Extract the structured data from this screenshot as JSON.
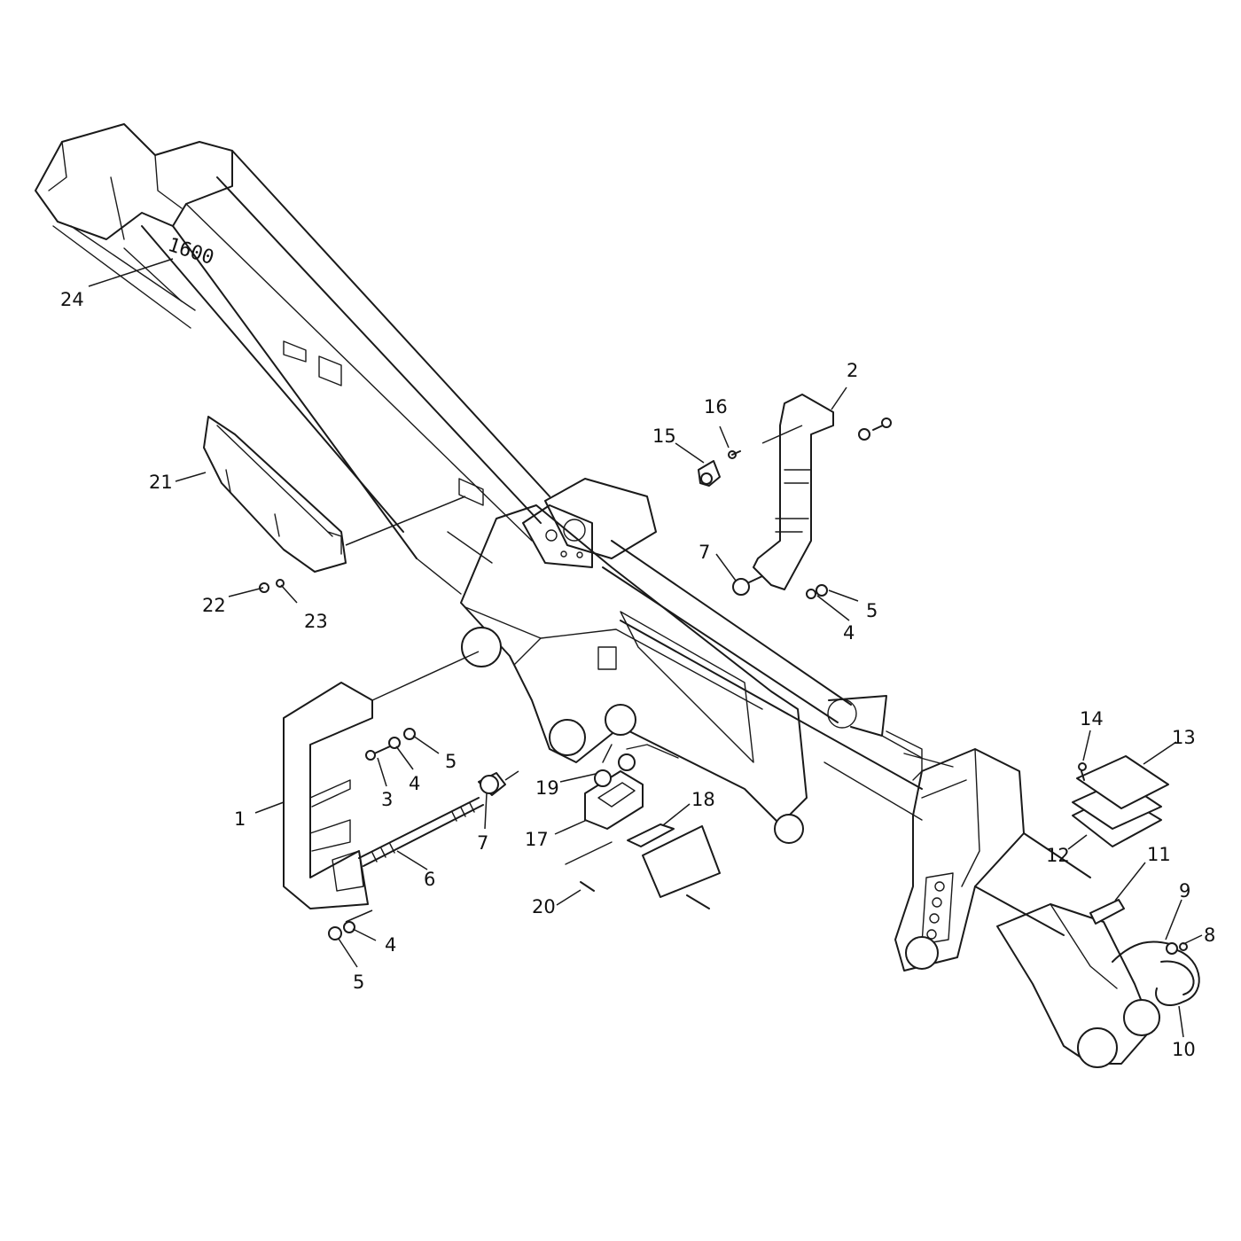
{
  "diagram": {
    "boom_marking": "1600",
    "callouts": [
      {
        "id": "c1",
        "label": "1"
      },
      {
        "id": "c2",
        "label": "2"
      },
      {
        "id": "c3",
        "label": "3"
      },
      {
        "id": "c4a",
        "label": "4"
      },
      {
        "id": "c4b",
        "label": "4"
      },
      {
        "id": "c4c",
        "label": "4"
      },
      {
        "id": "c5a",
        "label": "5"
      },
      {
        "id": "c5b",
        "label": "5"
      },
      {
        "id": "c5c",
        "label": "5"
      },
      {
        "id": "c6",
        "label": "6"
      },
      {
        "id": "c7a",
        "label": "7"
      },
      {
        "id": "c7b",
        "label": "7"
      },
      {
        "id": "c8",
        "label": "8"
      },
      {
        "id": "c9",
        "label": "9"
      },
      {
        "id": "c10",
        "label": "10"
      },
      {
        "id": "c11",
        "label": "11"
      },
      {
        "id": "c12",
        "label": "12"
      },
      {
        "id": "c13",
        "label": "13"
      },
      {
        "id": "c14",
        "label": "14"
      },
      {
        "id": "c15",
        "label": "15"
      },
      {
        "id": "c16",
        "label": "16"
      },
      {
        "id": "c17",
        "label": "17"
      },
      {
        "id": "c18",
        "label": "18"
      },
      {
        "id": "c19",
        "label": "19"
      },
      {
        "id": "c20",
        "label": "20"
      },
      {
        "id": "c21",
        "label": "21"
      },
      {
        "id": "c22",
        "label": "22"
      },
      {
        "id": "c23",
        "label": "23"
      },
      {
        "id": "c24",
        "label": "24"
      }
    ]
  }
}
